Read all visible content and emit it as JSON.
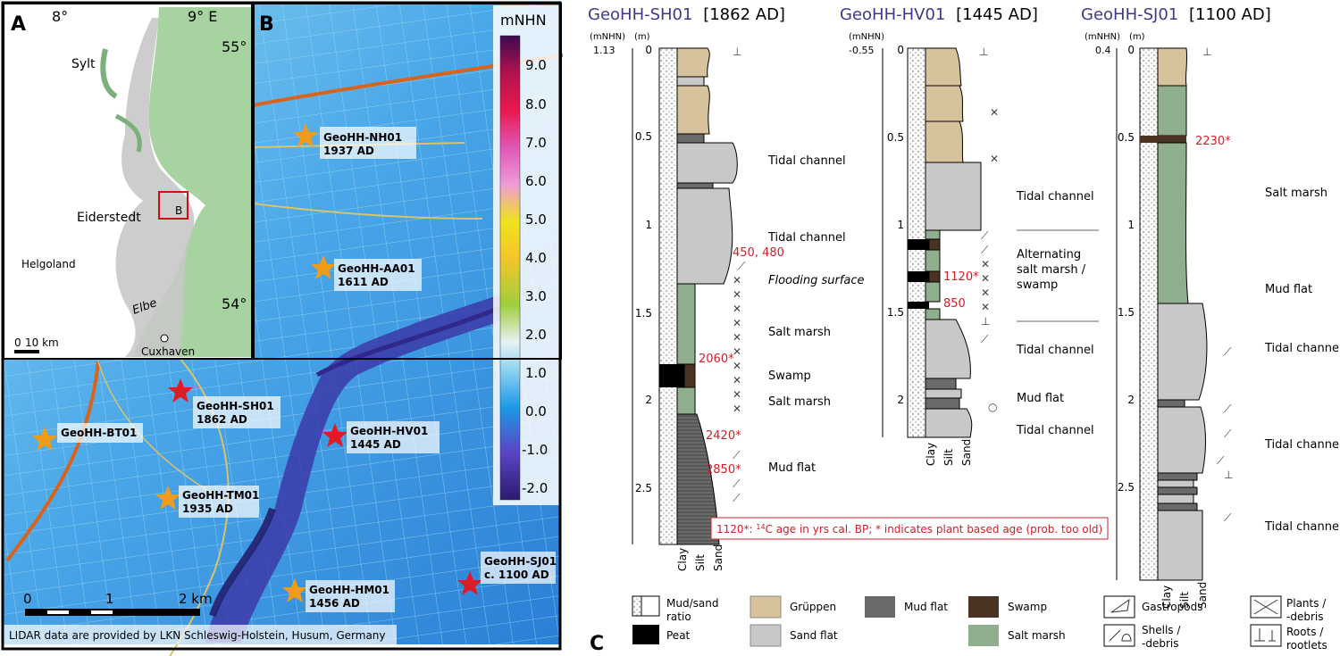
{
  "map": {
    "panel_a": {
      "label": "A",
      "lon_labels": [
        "8°",
        "9° E"
      ],
      "lat_labels": [
        "55°",
        "54°"
      ],
      "places": {
        "sylt": "Sylt",
        "eiderstedt": "Eiderstedt",
        "helgoland": "Helgoland",
        "elbe": "Elbe",
        "cuxhaven": "Cuxhaven"
      },
      "inset_label": "B",
      "scale": {
        "zero": "0",
        "value": "10 km"
      }
    },
    "panel_b": {
      "label": "B",
      "legend": {
        "title": "mNHN",
        "ticks": [
          "9.0",
          "8.0",
          "7.0",
          "6.0",
          "5.0",
          "4.0",
          "3.0",
          "2.0",
          "1.0",
          "0.0",
          "-1.0",
          "-2.0"
        ],
        "colors": [
          "#3b0a4f",
          "#b2124d",
          "#e9184e",
          "#e056b8",
          "#ee9bd8",
          "#f0e21c",
          "#f4c52a",
          "#9fce3c",
          "#1d9ae6",
          "#5a43c4",
          "#2b1b6d"
        ]
      },
      "sites": [
        {
          "id": "GeoHH-NH01",
          "age": "1937 AD",
          "color": "#f29b16"
        },
        {
          "id": "GeoHH-AA01",
          "age": "1611 AD",
          "color": "#f29b16"
        },
        {
          "id": "GeoHH-SH01",
          "age": "1862 AD",
          "color": "#e01b24"
        },
        {
          "id": "GeoHH-BT01",
          "age": "",
          "color": "#f29b16"
        },
        {
          "id": "GeoHH-HV01",
          "age": "1445 AD",
          "color": "#e01b24"
        },
        {
          "id": "GeoHH-TM01",
          "age": "1935 AD",
          "color": "#f29b16"
        },
        {
          "id": "GeoHH-HM01",
          "age": "1456 AD",
          "color": "#f29b16"
        },
        {
          "id": "GeoHH-SJ01",
          "age": "c. 1100 AD",
          "color": "#e01b24"
        }
      ],
      "scalebar": {
        "labels": [
          "0",
          "1",
          "2 km"
        ]
      },
      "credit": "LIDAR data are provided by LKN Schleswig-Holstein, Husum, Germany"
    }
  },
  "cores": {
    "panel_label": "C",
    "units": {
      "mnhn": "(mNHN)",
      "m": "(m)"
    },
    "grain_labels": [
      "Clay",
      "Silt",
      "Sand"
    ],
    "list": [
      {
        "title_name": "GeoHH-SH01",
        "title_age": "[1862 AD]",
        "top_elev": "1.13",
        "depth_ticks": [
          "0",
          "0.5",
          "1",
          "1.5",
          "2",
          "2.5"
        ],
        "dates": [
          "450, 480",
          "2060*",
          "2420*",
          "2850*"
        ],
        "facies": [
          "Tidal channel",
          "Tidal channel",
          "Flooding surface",
          "Salt marsh",
          "Swamp",
          "Salt marsh",
          "Mud flat"
        ]
      },
      {
        "title_name": "GeoHH-HV01",
        "title_age": "[1445 AD]",
        "top_elev": "-0.55",
        "depth_ticks": [
          "0",
          "0.5",
          "1",
          "1.5",
          "2"
        ],
        "dates": [
          "1120*",
          "850"
        ],
        "facies": [
          "Tidal channel",
          "Alternating",
          "salt marsh /",
          "swamp",
          "Tidal channel",
          "Mud flat",
          "Tidal channel"
        ]
      },
      {
        "title_name": "GeoHH-SJ01",
        "title_age": "[1100 AD]",
        "top_elev": "0.4",
        "depth_ticks": [
          "0",
          "0.5",
          "1",
          "1.5",
          "2",
          "2.5"
        ],
        "dates": [
          "2230*"
        ],
        "facies": [
          "Salt marsh",
          "Mud flat",
          "Tidal channel",
          "Tidal channel",
          "Tidal channel"
        ]
      }
    ],
    "age_note": {
      "prefix": "1120*: ",
      "sup": "14",
      "rest": "C age in yrs cal. BP; * indicates plant based age (prob. too old)"
    },
    "legend": [
      {
        "key": "mudsand",
        "lines": [
          "Mud/sand",
          "ratio"
        ]
      },
      {
        "key": "peat",
        "lines": [
          "Peat"
        ],
        "color": "#000000"
      },
      {
        "key": "gruppen",
        "lines": [
          "Grüppen"
        ],
        "color": "#d6c29b"
      },
      {
        "key": "sandflat",
        "lines": [
          "Sand flat"
        ],
        "color": "#c8c8c8"
      },
      {
        "key": "mudflat",
        "lines": [
          "Mud flat"
        ],
        "color": "#6a6a6a"
      },
      {
        "key": "swamp",
        "lines": [
          "Swamp"
        ],
        "color": "#4a3322"
      },
      {
        "key": "saltmarsh",
        "lines": [
          "Salt marsh"
        ],
        "color": "#8fae8e"
      },
      {
        "key": "gastropods",
        "lines": [
          "Gastropods"
        ]
      },
      {
        "key": "shells",
        "lines": [
          "Shells /",
          "-debris"
        ]
      },
      {
        "key": "plants",
        "lines": [
          "Plants /",
          "-debris"
        ]
      },
      {
        "key": "roots",
        "lines": [
          "Roots /",
          "rootlets"
        ]
      }
    ]
  }
}
